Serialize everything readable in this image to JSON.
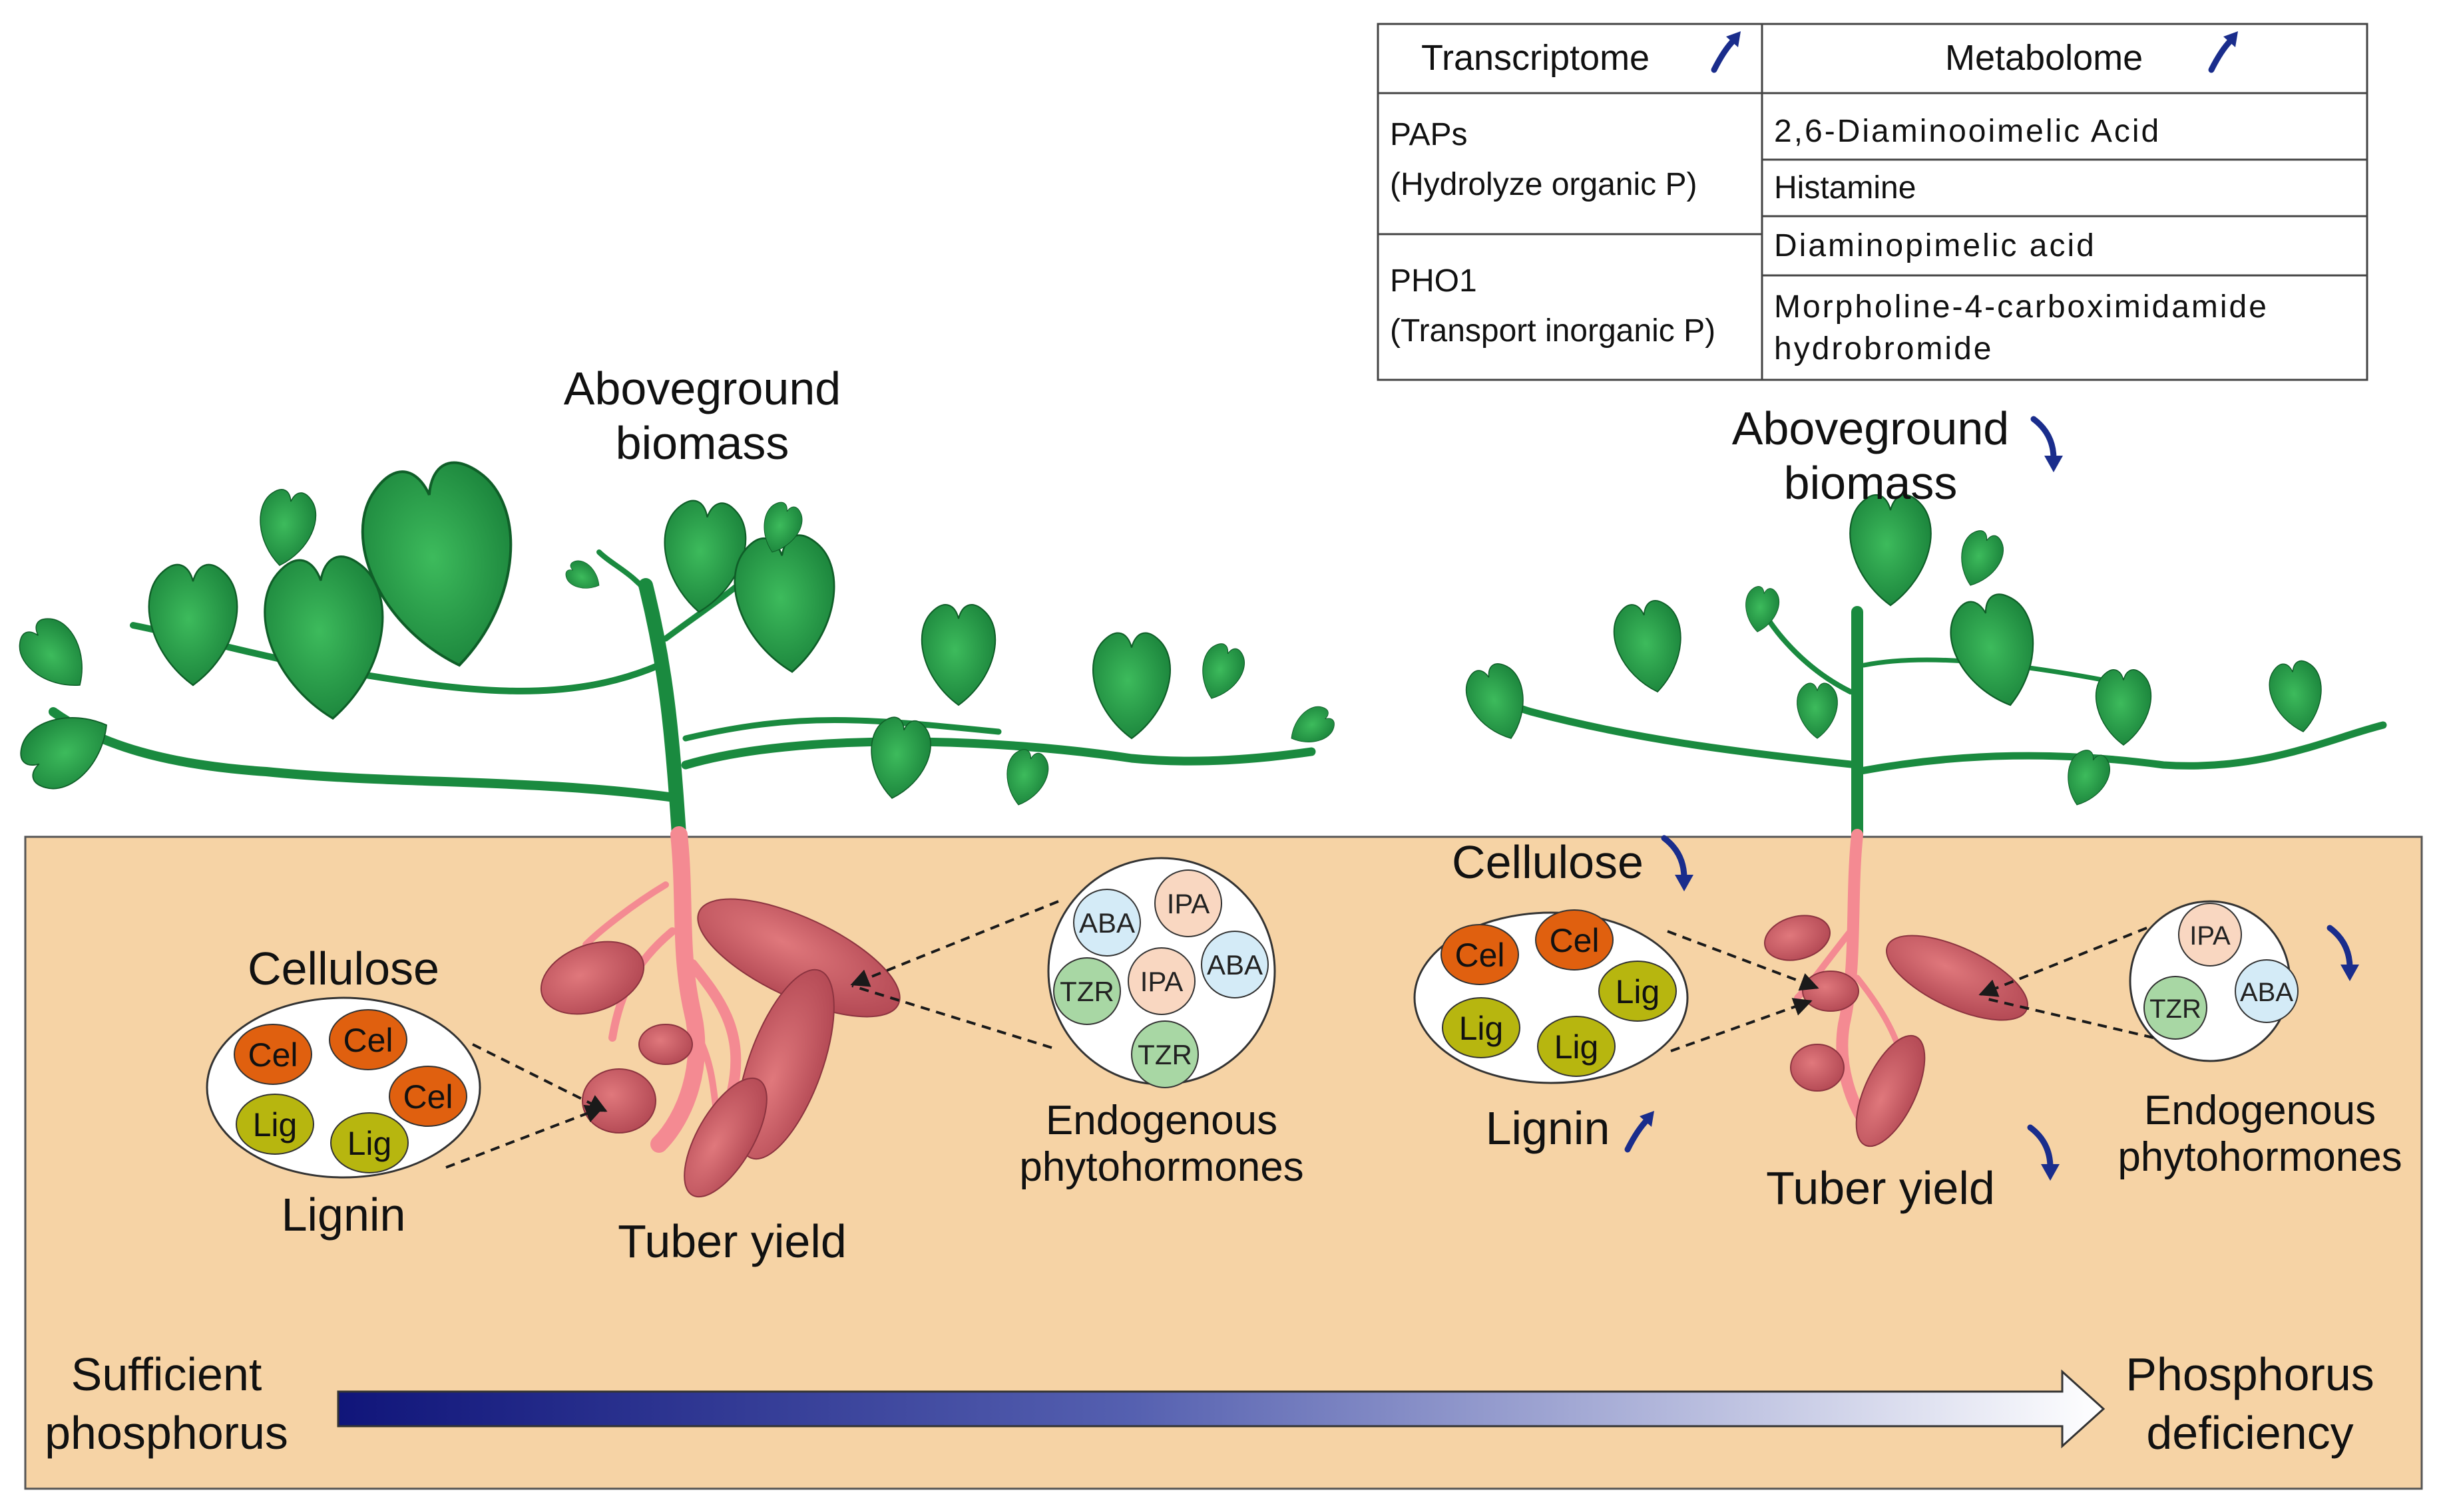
{
  "table": {
    "headers": {
      "transcriptome": "Transcriptome",
      "metabolome": "Metabolome"
    },
    "genes": [
      {
        "name": "PAPs",
        "function": "(Hydrolyze organic P)"
      },
      {
        "name": "PHO1",
        "function": "(Transport inorganic P)"
      }
    ],
    "metabolites": [
      "2,6-Diaminooimelic Acid",
      "Histamine",
      "Diaminopimelic acid",
      "Morpholine-4-carboximidamide",
      "hydrobromide"
    ]
  },
  "left_panel": {
    "aboveground_line1": "Aboveground",
    "aboveground_line2": "biomass",
    "cellulose_label": "Cellulose",
    "lignin_label": "Lignin",
    "tuber_label": "Tuber yield",
    "hormone_line1": "Endogenous",
    "hormone_line2": "phytohormones",
    "cell_ovals": [
      "Cel",
      "Cel",
      "Cel",
      "Lig",
      "Lig"
    ],
    "hormone_circles": [
      "ABA",
      "IPA",
      "TZR",
      "IPA",
      "ABA",
      "TZR"
    ]
  },
  "right_panel": {
    "aboveground_line1": "Aboveground",
    "aboveground_line2": "biomass",
    "cellulose_label": "Cellulose",
    "lignin_label": "Lignin",
    "tuber_label": "Tuber yield",
    "hormone_line1": "Endogenous",
    "hormone_line2": "phytohormones",
    "cell_ovals": [
      "Cel",
      "Cel",
      "Lig",
      "Lig",
      "Lig"
    ],
    "hormone_circles": [
      "IPA",
      "TZR",
      "ABA"
    ]
  },
  "gradient": {
    "start_line1": "Sufficient",
    "start_line2": "phosphorus",
    "end_line1": "Phosphorus",
    "end_line2": "deficiency"
  },
  "colors": {
    "soil": "#f6d3a5",
    "leaf_dark": "#1a8a3f",
    "leaf_light": "#2fb24e",
    "root": "#f48a92",
    "tuber": "#c85560",
    "cellulose_fill": "#e0600f",
    "lignin_fill": "#b7b60f",
    "arrow_blue": "#1a2d8c",
    "gradient_start": "#10157a"
  }
}
